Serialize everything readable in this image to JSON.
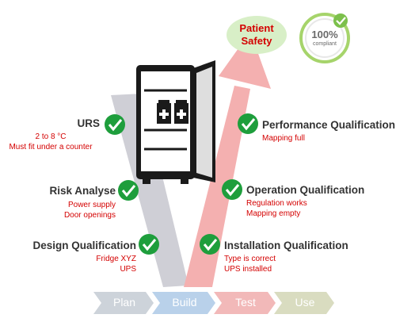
{
  "colors": {
    "green": "#1e9e3c",
    "red": "#d40000",
    "gray_v": "#cfcfd6",
    "pink_v": "#f4b0b0",
    "badge_green": "#a6d46b",
    "safety_bg": "#d8efc7"
  },
  "top": {
    "patient_safety": [
      "Patient",
      "Safety"
    ],
    "compliant_percent": "100%",
    "compliant_word": "compliant"
  },
  "left_items": [
    {
      "title": "URS",
      "details": [
        "2 to 8 °C",
        "Must fit under a counter"
      ]
    },
    {
      "title": "Risk Analyse",
      "details": [
        "Power supply",
        "Door openings"
      ]
    },
    {
      "title": "Design Qualification",
      "details": [
        "Fridge XYZ",
        "UPS"
      ]
    }
  ],
  "right_items": [
    {
      "title": "Performance Qualification",
      "details": [
        "Mapping full"
      ]
    },
    {
      "title": "Operation Qualification",
      "details": [
        "Regulation works",
        "Mapping empty"
      ]
    },
    {
      "title": "Installation Qualification",
      "details": [
        "Type is correct",
        "UPS installed"
      ]
    }
  ],
  "phases": [
    "Plan",
    "Build",
    "Test",
    "Use"
  ],
  "phase_colors": [
    "#cdd3da",
    "#b9d1ea",
    "#f2b9b9",
    "#d9dcc0"
  ],
  "icons": [
    "check-icon",
    "fridge-icon",
    "medicine-box-icon"
  ]
}
